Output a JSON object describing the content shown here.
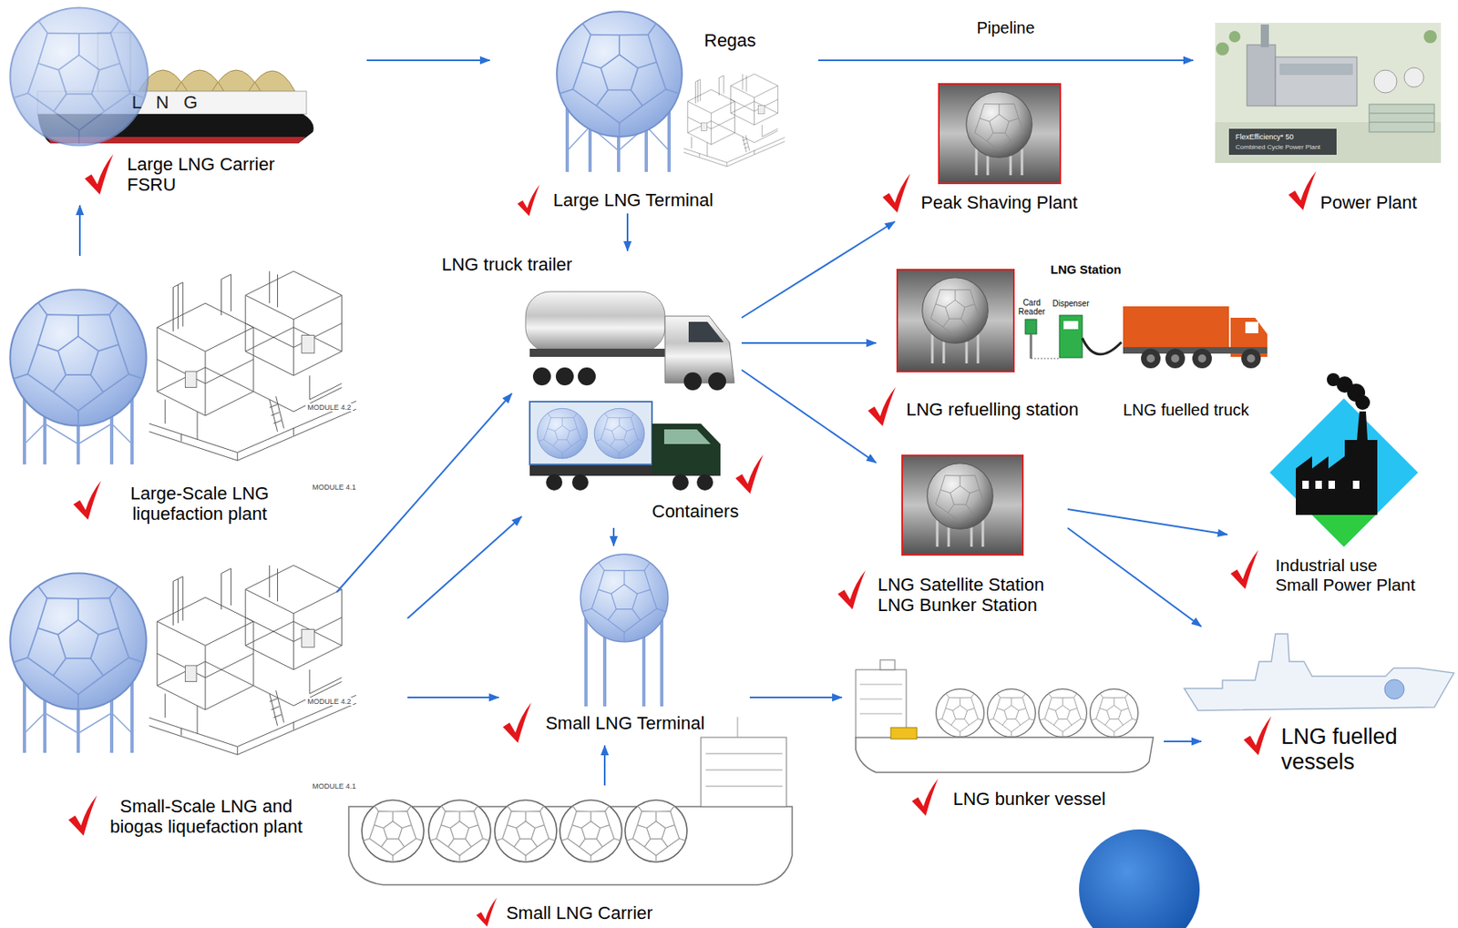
{
  "diagram": {
    "nodes": [
      {
        "text": [
          "Large LNG Carrier FSRU"
        ]
      },
      {
        "text": [
          "Regas",
          "Large LNG Terminal"
        ]
      },
      {
        "text": [
          "Peak Shaving Plant"
        ]
      },
      {
        "text": [
          "Power Plant"
        ]
      },
      {
        "text": [
          "LNG truck trailer"
        ]
      },
      {
        "text": [
          "LNG refuelling station"
        ]
      },
      {
        "text": [
          "Large-Scale LNG liquefaction plant"
        ]
      },
      {
        "text": [
          "Containers"
        ]
      },
      {
        "text": [
          "LNG Satellite Station LNG Bunker Station"
        ]
      },
      {
        "text": [
          "Industrial use Small Power Plant"
        ]
      },
      {
        "text": [
          "Small LNG Terminal"
        ]
      },
      {
        "text": [
          "Small-Scale LNG and biogas liquefaction plant"
        ]
      },
      {
        "text": [
          "LNG bunker vessel"
        ]
      },
      {
        "text": [
          "LNG fuelled vessels"
        ]
      },
      {
        "text": [
          "Small LNG Carrier"
        ]
      }
    ],
    "edges": [
      {
        "from": 6,
        "to": 0,
        "arrow": "to"
      },
      {
        "from": 0,
        "to": 1,
        "arrow": "to"
      },
      {
        "from": 1,
        "to": 3,
        "label": "Pipeline",
        "arrow": "to"
      },
      {
        "from": 1,
        "to": 4,
        "arrow": "to"
      },
      {
        "from": 4,
        "to": 2,
        "arrow": "to"
      },
      {
        "from": 4,
        "to": 5,
        "arrow": "to"
      },
      {
        "from": 4,
        "to": 8,
        "arrow": "to"
      },
      {
        "from": 11,
        "to": 4,
        "arrow": "to"
      },
      {
        "from": 11,
        "to": 7,
        "arrow": "to"
      },
      {
        "from": 7,
        "to": 10,
        "arrow": "to"
      },
      {
        "from": 11,
        "to": 10,
        "arrow": "to"
      },
      {
        "from": 14,
        "to": 10,
        "arrow": "to"
      },
      {
        "from": 10,
        "to": 12,
        "arrow": "to"
      },
      {
        "from": 8,
        "to": 9,
        "arrow": "to"
      },
      {
        "from": 8,
        "to": 13,
        "arrow": "to"
      },
      {
        "from": 12,
        "to": 13,
        "arrow": "to"
      }
    ],
    "labels": [
      "L N G",
      "LNG Station",
      "Card Reader",
      "Dispenser",
      "LNG fuelled truck",
      "MODULE 4.2",
      "MODULE 4.1",
      "MODULE 4.2",
      "MODULE 4.1",
      "FlexEfficiency* 50",
      "Combined Cycle Power Plant"
    ]
  }
}
